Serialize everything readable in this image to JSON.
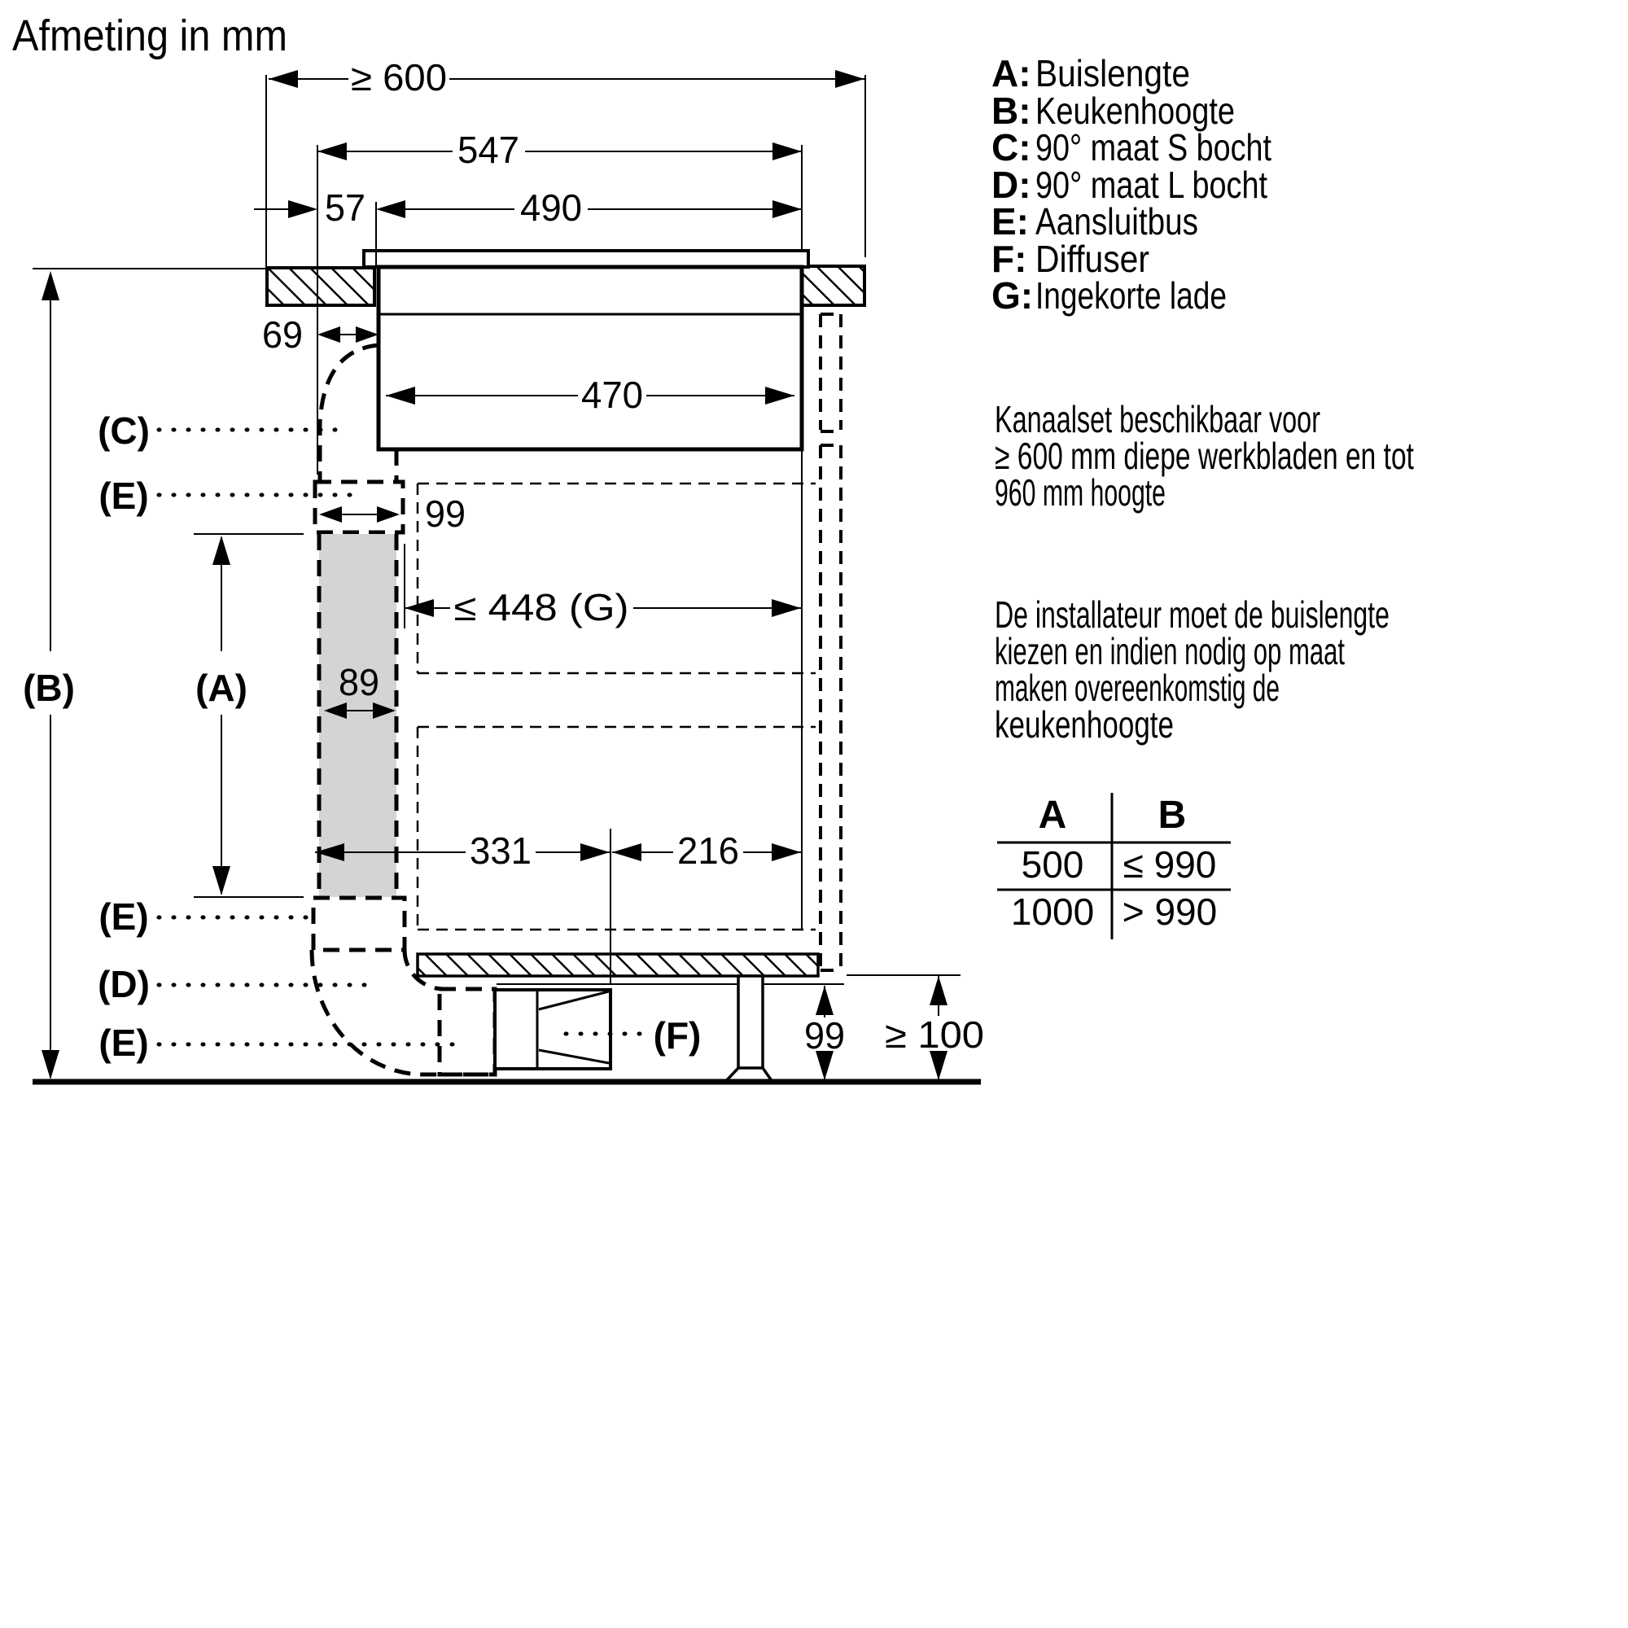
{
  "title": "Afmeting in mm",
  "legend": {
    "items": [
      {
        "key": "A:",
        "label": "Buislengte"
      },
      {
        "key": "B:",
        "label": "Keukenhoogte"
      },
      {
        "key": "C:",
        "label": "90° maat S bocht"
      },
      {
        "key": "D:",
        "label": "90° maat L bocht"
      },
      {
        "key": "E:",
        "label": "Aansluitbus"
      },
      {
        "key": "F:",
        "label": "Diffuser"
      },
      {
        "key": "G:",
        "label": "Ingekorte lade"
      }
    ]
  },
  "notes": {
    "note1_lines": [
      "Kanaalset beschikbaar voor",
      "≥ 600 mm diepe werkbladen en tot",
      "960 mm hoogte"
    ],
    "note2_lines": [
      "De installateur moet de buislengte",
      "kiezen en indien nodig op maat",
      "maken overeenkomstig de",
      "keukenhoogte"
    ]
  },
  "table": {
    "col_a": "A",
    "col_b": "B",
    "rows": [
      [
        "500",
        "≤ 990"
      ],
      [
        "1000",
        "> 990"
      ]
    ]
  },
  "dims": {
    "depth": "≥ 600",
    "d547": "547",
    "d57": "57",
    "d490": "490",
    "d69": "69",
    "d470": "470",
    "d99_connector": "99",
    "d448": "≤ 448 (G)",
    "d89": "89",
    "d331": "331",
    "d216": "216",
    "d99_plinth": "99",
    "d100": "≥ 100"
  },
  "callouts": {
    "a": "(A)",
    "b": "(B)",
    "c": "(C)",
    "d": "(D)",
    "e": "(E)",
    "f": "(F)"
  },
  "colors": {
    "line": "#000000",
    "duct_fill": "#d4d4d4",
    "background": "#ffffff"
  }
}
